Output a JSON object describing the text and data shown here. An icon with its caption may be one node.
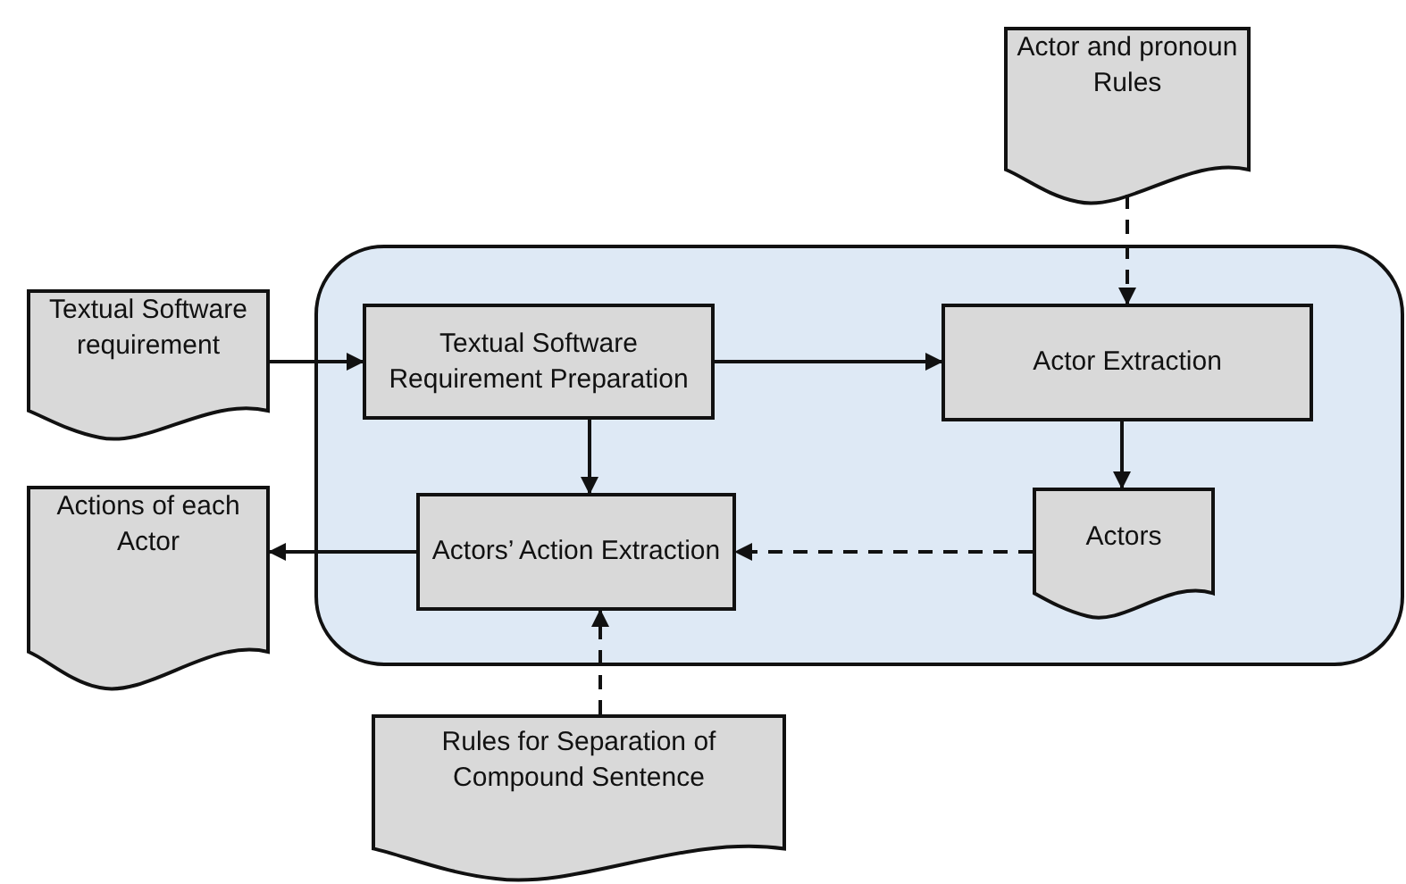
{
  "diagram": {
    "nodes": [
      {
        "text": [],
        "shape": "box"
      },
      {
        "text": [
          "Textual Software requirement"
        ]
      },
      {
        "text": [
          "Textual Software Requirement Preparation"
        ],
        "in": 0
      },
      {
        "text": [
          "Actor and pronoun Rules"
        ]
      },
      {
        "text": [
          "Actor Extraction"
        ],
        "in": 0
      },
      {
        "text": [
          "Actors’ Action Extraction"
        ],
        "in": 0
      },
      {
        "text": [
          "Actors"
        ],
        "in": 0
      },
      {
        "text": [
          "Actions of each Actor"
        ]
      },
      {
        "text": [
          "Rules for Separation of Compound Sentence"
        ]
      }
    ],
    "edges": [
      {
        "from": 1,
        "to": 2,
        "arrow": "to"
      },
      {
        "from": 2,
        "to": 4,
        "arrow": "to"
      },
      {
        "from": 3,
        "to": 4,
        "arrow": "to",
        "style": "dashed"
      },
      {
        "from": 4,
        "to": 6,
        "arrow": "to"
      },
      {
        "from": 2,
        "to": 5,
        "arrow": "to"
      },
      {
        "from": 6,
        "to": 5,
        "arrow": "to",
        "style": "dashed"
      },
      {
        "from": 5,
        "to": 7,
        "arrow": "to"
      },
      {
        "from": 8,
        "to": 5,
        "arrow": "to",
        "style": "dashed"
      }
    ]
  }
}
